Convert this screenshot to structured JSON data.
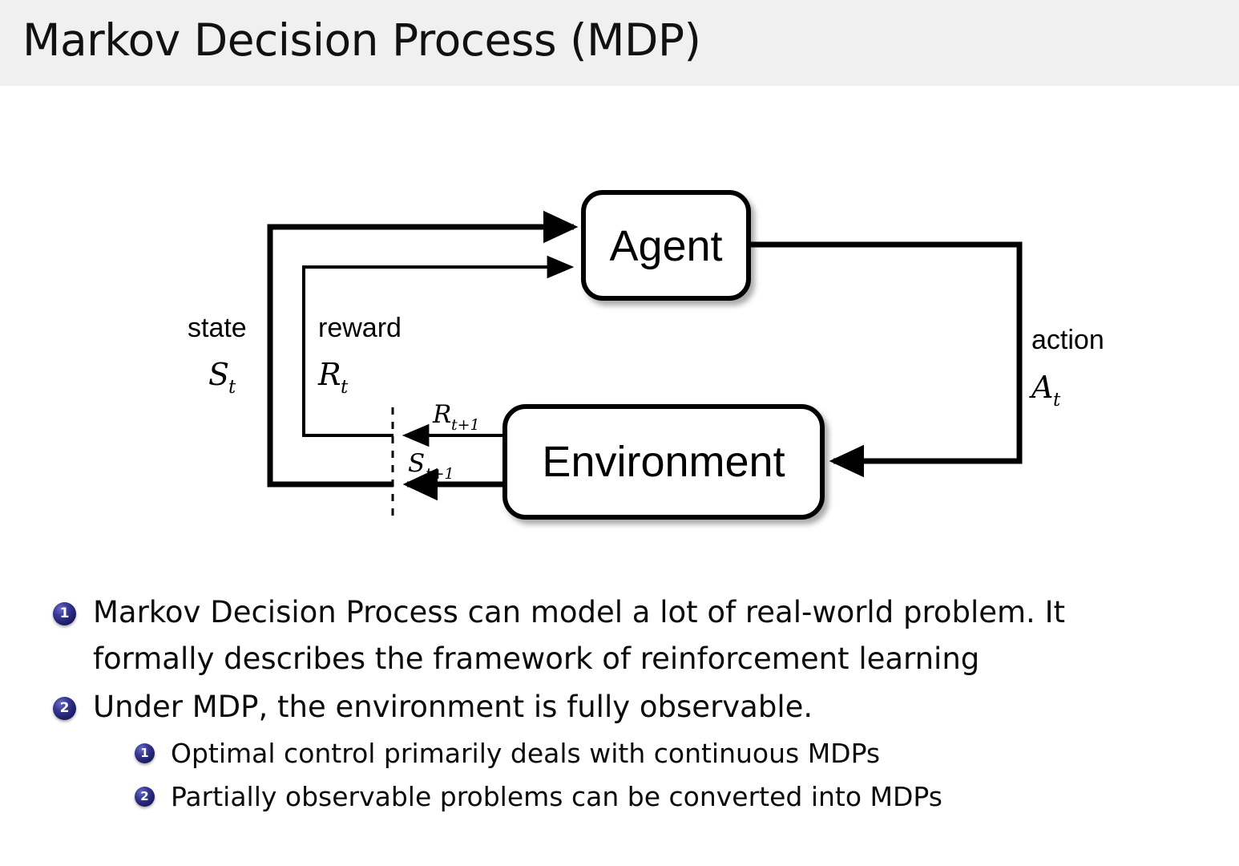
{
  "slide": {
    "title": "Markov Decision Process (MDP)",
    "header_bg": "#f0f0f0",
    "bullet_color": "#2a2a7a",
    "background": "#ffffff"
  },
  "diagram": {
    "name": "agent-environment-interaction-loop",
    "nodes": {
      "agent": "Agent",
      "environment": "Environment"
    },
    "labels": {
      "state_word": "state",
      "state_symbol": "S",
      "state_subscript": "t",
      "reward_word": "reward",
      "reward_symbol": "R",
      "reward_subscript": "t",
      "action_word": "action",
      "action_symbol": "A",
      "action_subscript": "t",
      "next_reward_symbol": "R",
      "next_reward_subscript": "t+1",
      "next_state_symbol": "S",
      "next_state_subscript": "t+1"
    }
  },
  "bullets": [
    {
      "level": 1,
      "number": "1",
      "lines": [
        "Markov Decision Process can model a lot of real-world problem.  It",
        "formally describes the framework of reinforcement learning"
      ]
    },
    {
      "level": 1,
      "number": "2",
      "lines": [
        "Under MDP, the environment is fully observable."
      ]
    },
    {
      "level": 2,
      "number": "1",
      "lines": [
        "Optimal control primarily deals with continuous MDPs"
      ]
    },
    {
      "level": 2,
      "number": "2",
      "lines": [
        "Partially observable problems can be converted into MDPs"
      ]
    }
  ]
}
